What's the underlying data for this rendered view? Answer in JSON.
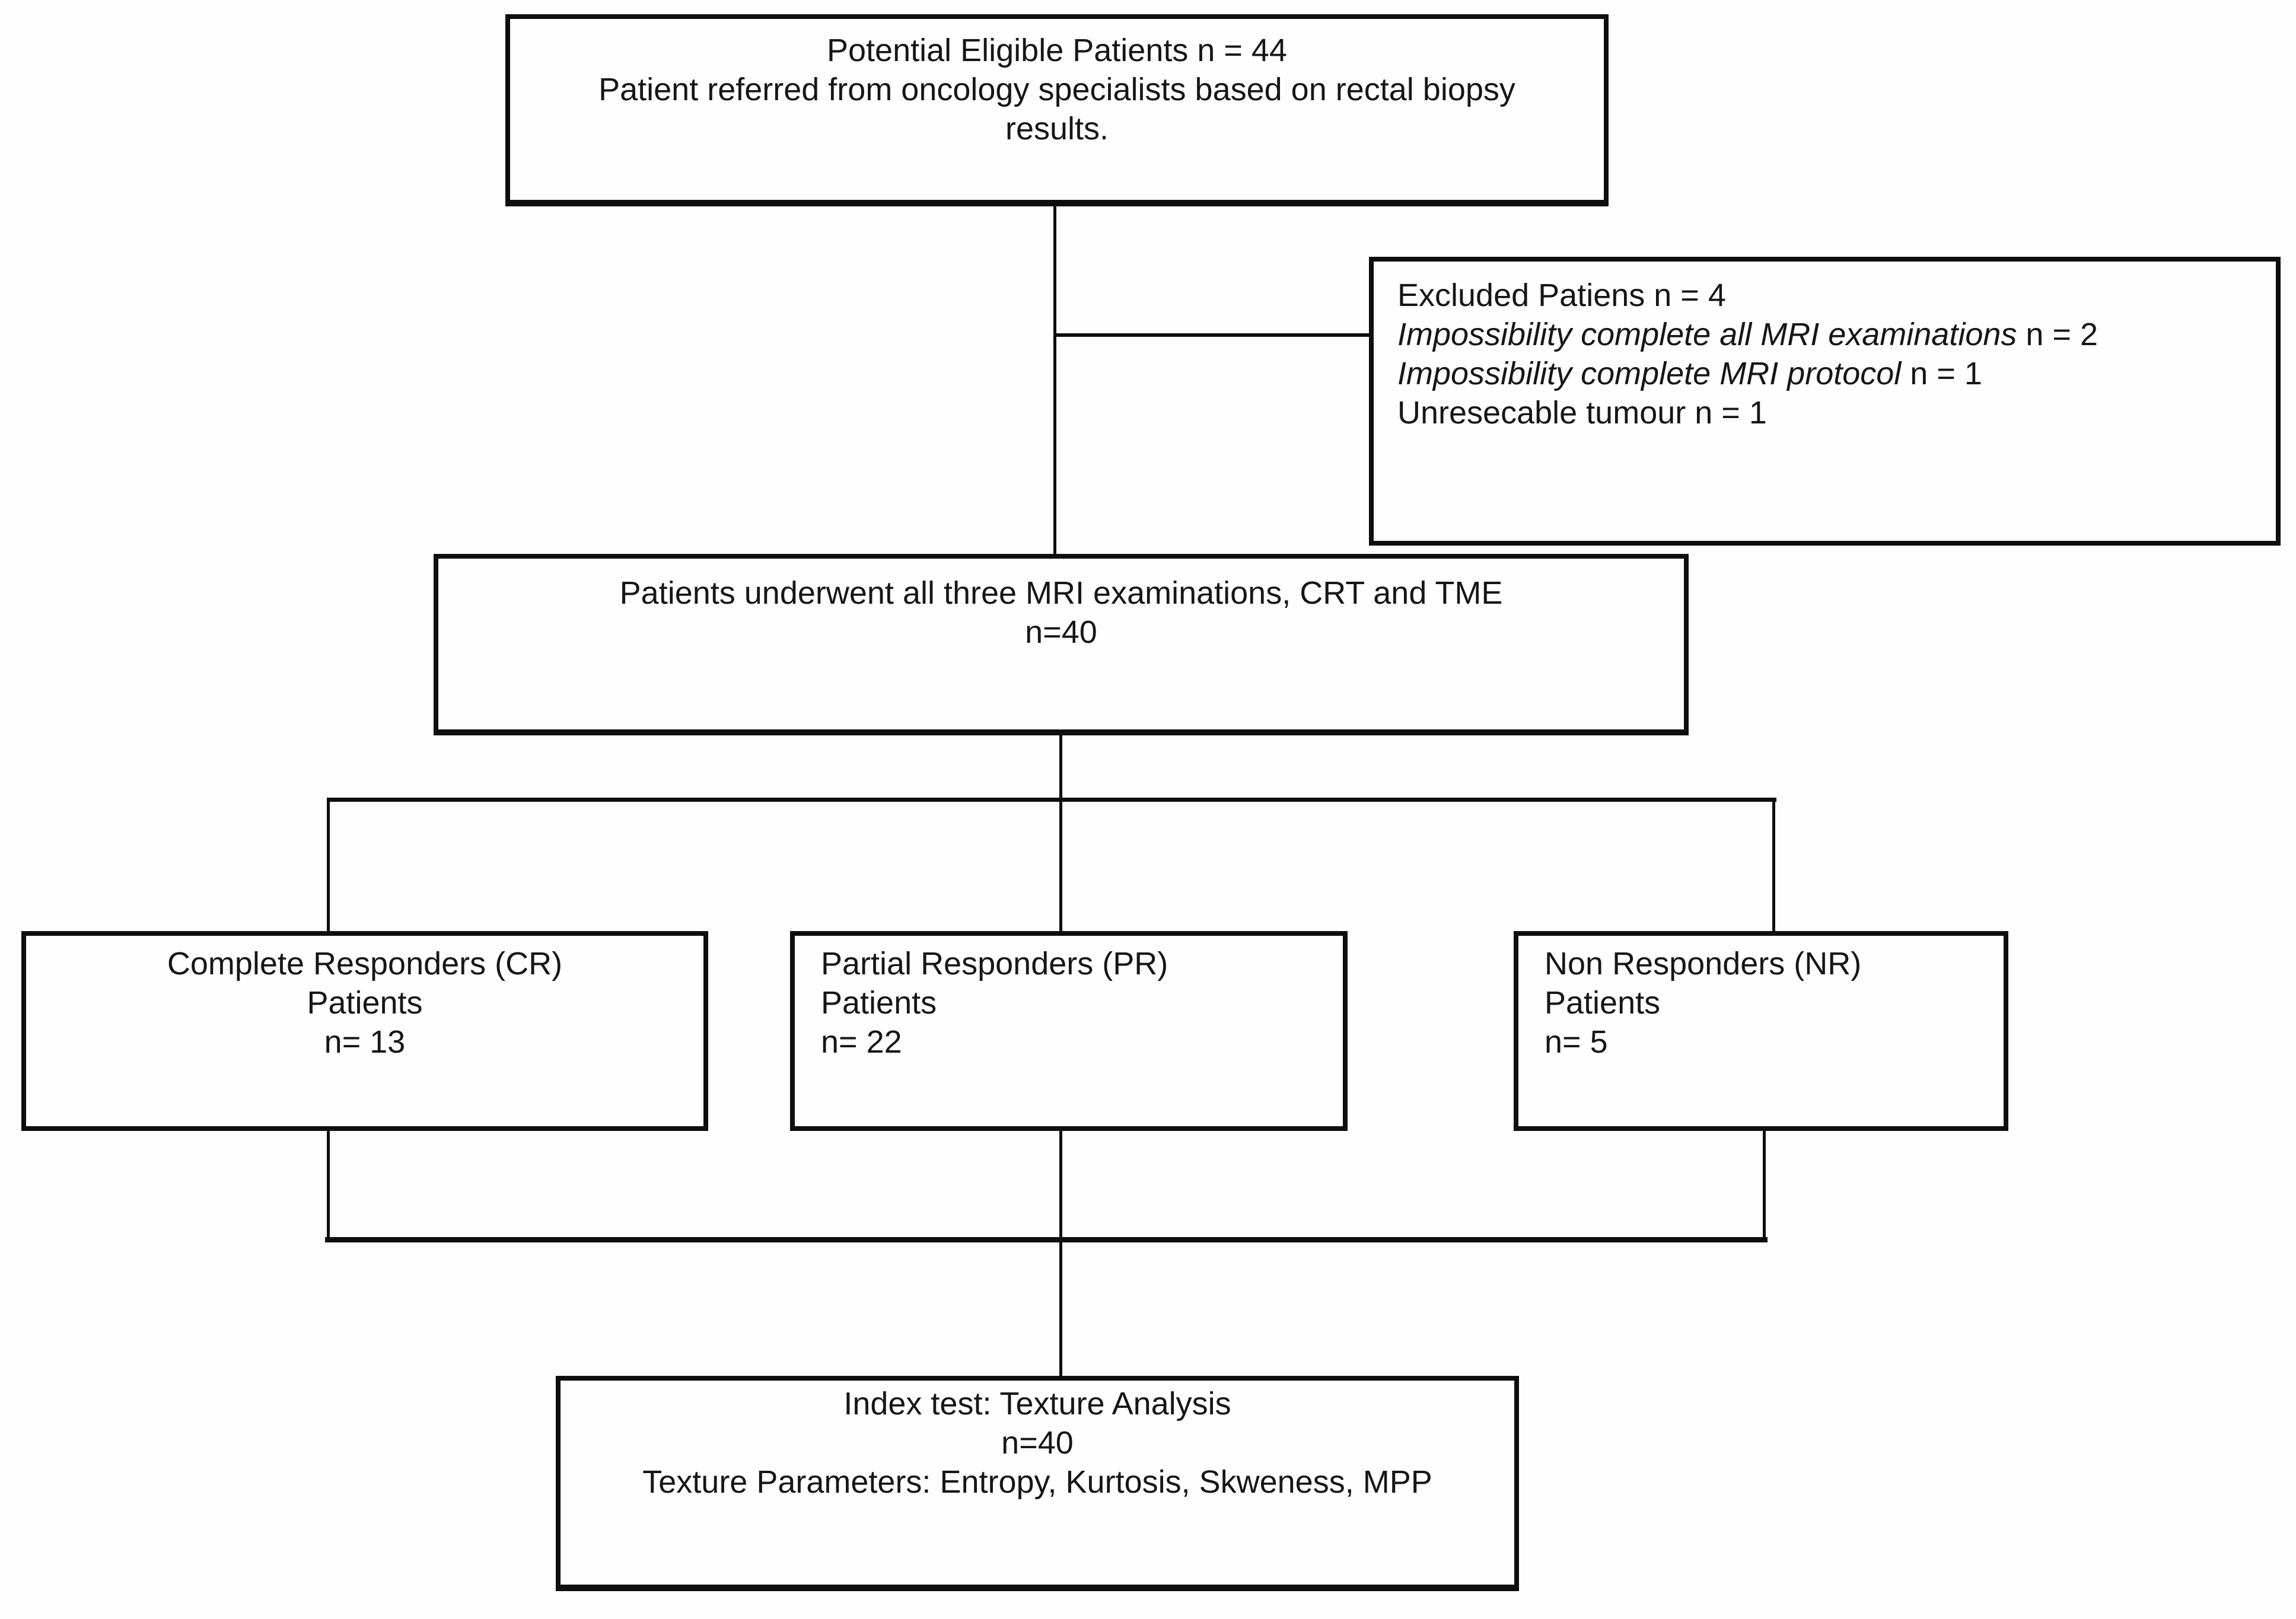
{
  "figure": {
    "title": "Patient flow diagram",
    "line_color": "#0e0e0e",
    "background_color": "#fdfdfd"
  },
  "boxes": {
    "eligible": {
      "line1": "Potential Eligible Patients n = 44",
      "line2": "Patient referred from oncology specialists based on rectal biopsy",
      "line3": "results."
    },
    "excluded": {
      "line1": "Excluded Patiens n = 4",
      "line2_italic": "Impossibility complete all MRI examinations",
      "line2_suffix": " n = 2",
      "line3_italic": "Impossibility complete MRI protocol",
      "line3_suffix": " n = 1",
      "line4": "Unresecable tumour n = 1"
    },
    "mri": {
      "line1": "Patients underwent all three MRI examinations, CRT and TME",
      "line2": "n=40"
    },
    "complete_responders": {
      "line1": "Complete Responders (CR)",
      "line2": "Patients",
      "line3": "n= 13"
    },
    "partial_responders": {
      "line1": "Partial Responders (PR)",
      "line2": "Patients",
      "line3": "n= 22"
    },
    "non_responders": {
      "line1": "Non Responders (NR)",
      "line2": "Patients",
      "line3": "n= 5"
    },
    "index_test": {
      "line1": "Index test: Texture Analysis",
      "line2": "n=40",
      "line3": "Texture Parameters: Entropy, Kurtosis, Skweness, MPP"
    }
  }
}
